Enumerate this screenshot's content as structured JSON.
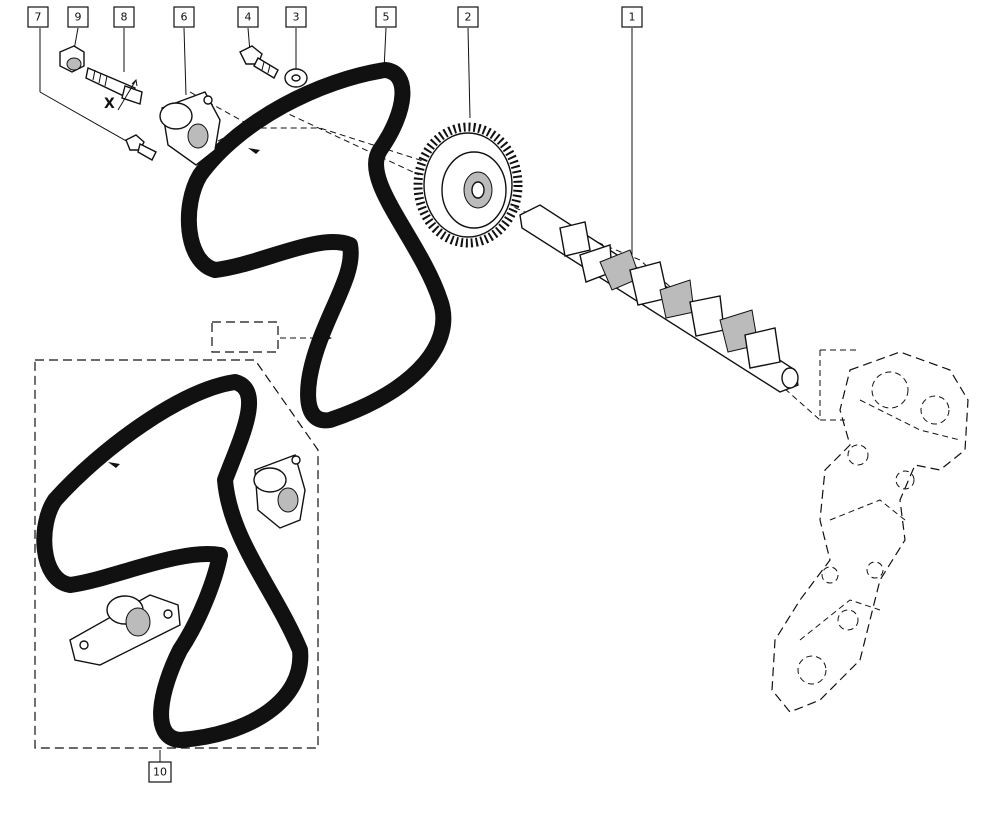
{
  "callouts": [
    {
      "id": "c7",
      "label": "7"
    },
    {
      "id": "c9",
      "label": "9"
    },
    {
      "id": "c8",
      "label": "8"
    },
    {
      "id": "c6",
      "label": "6"
    },
    {
      "id": "c4",
      "label": "4"
    },
    {
      "id": "c3",
      "label": "3"
    },
    {
      "id": "c5",
      "label": "5"
    },
    {
      "id": "c2",
      "label": "2"
    },
    {
      "id": "c1",
      "label": "1"
    },
    {
      "id": "c10",
      "label": "10"
    }
  ],
  "axis_marker": "X"
}
